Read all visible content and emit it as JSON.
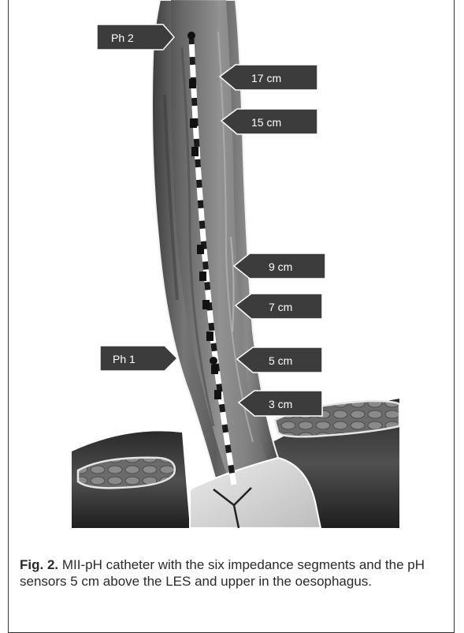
{
  "figure": {
    "labels": {
      "ph2": "Ph 2",
      "ph1": "Ph 1",
      "cm17": "17 cm",
      "cm15": "15 cm",
      "cm9": "9 cm",
      "cm7": "7 cm",
      "cm5": "5 cm",
      "cm3": "3 cm"
    }
  },
  "caption": {
    "lead": "Fig. 2.",
    "body": " MII-pH catheter with the six impedance segments and the pH sensors 5 cm above the LES and upper in the oesophagus."
  }
}
